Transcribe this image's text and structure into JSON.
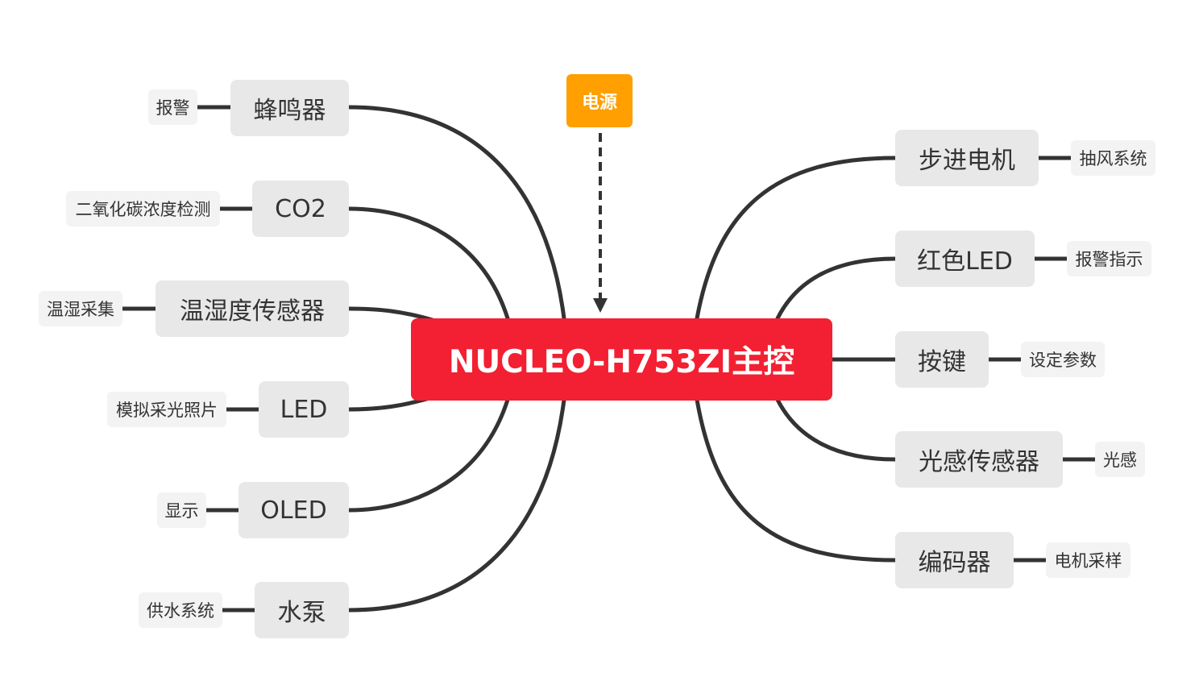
{
  "center": {
    "label": "NUCLEO-H753ZI主控",
    "color": "#f22032"
  },
  "power": {
    "label": "电源",
    "color": "#ff9f00"
  },
  "left_branches": [
    {
      "label": "蜂鸣器",
      "leaf": "报警"
    },
    {
      "label": "CO2",
      "leaf": "二氧化碳浓度检测"
    },
    {
      "label": "温湿度传感器",
      "leaf": "温湿采集"
    },
    {
      "label": "LED",
      "leaf": "模拟采光照片"
    },
    {
      "label": "OLED",
      "leaf": "显示"
    },
    {
      "label": "水泵",
      "leaf": "供水系统"
    }
  ],
  "right_branches": [
    {
      "label": "步进电机",
      "leaf": "抽风系统"
    },
    {
      "label": "红色LED",
      "leaf": "报警指示"
    },
    {
      "label": "按键",
      "leaf": "设定参数"
    },
    {
      "label": "光感传感器",
      "leaf": "光感"
    },
    {
      "label": "编码器",
      "leaf": "电机采样"
    }
  ],
  "colors": {
    "line": "#333333",
    "node_bg": "#e8e8e8",
    "leaf_bg": "#f3f3f3"
  }
}
